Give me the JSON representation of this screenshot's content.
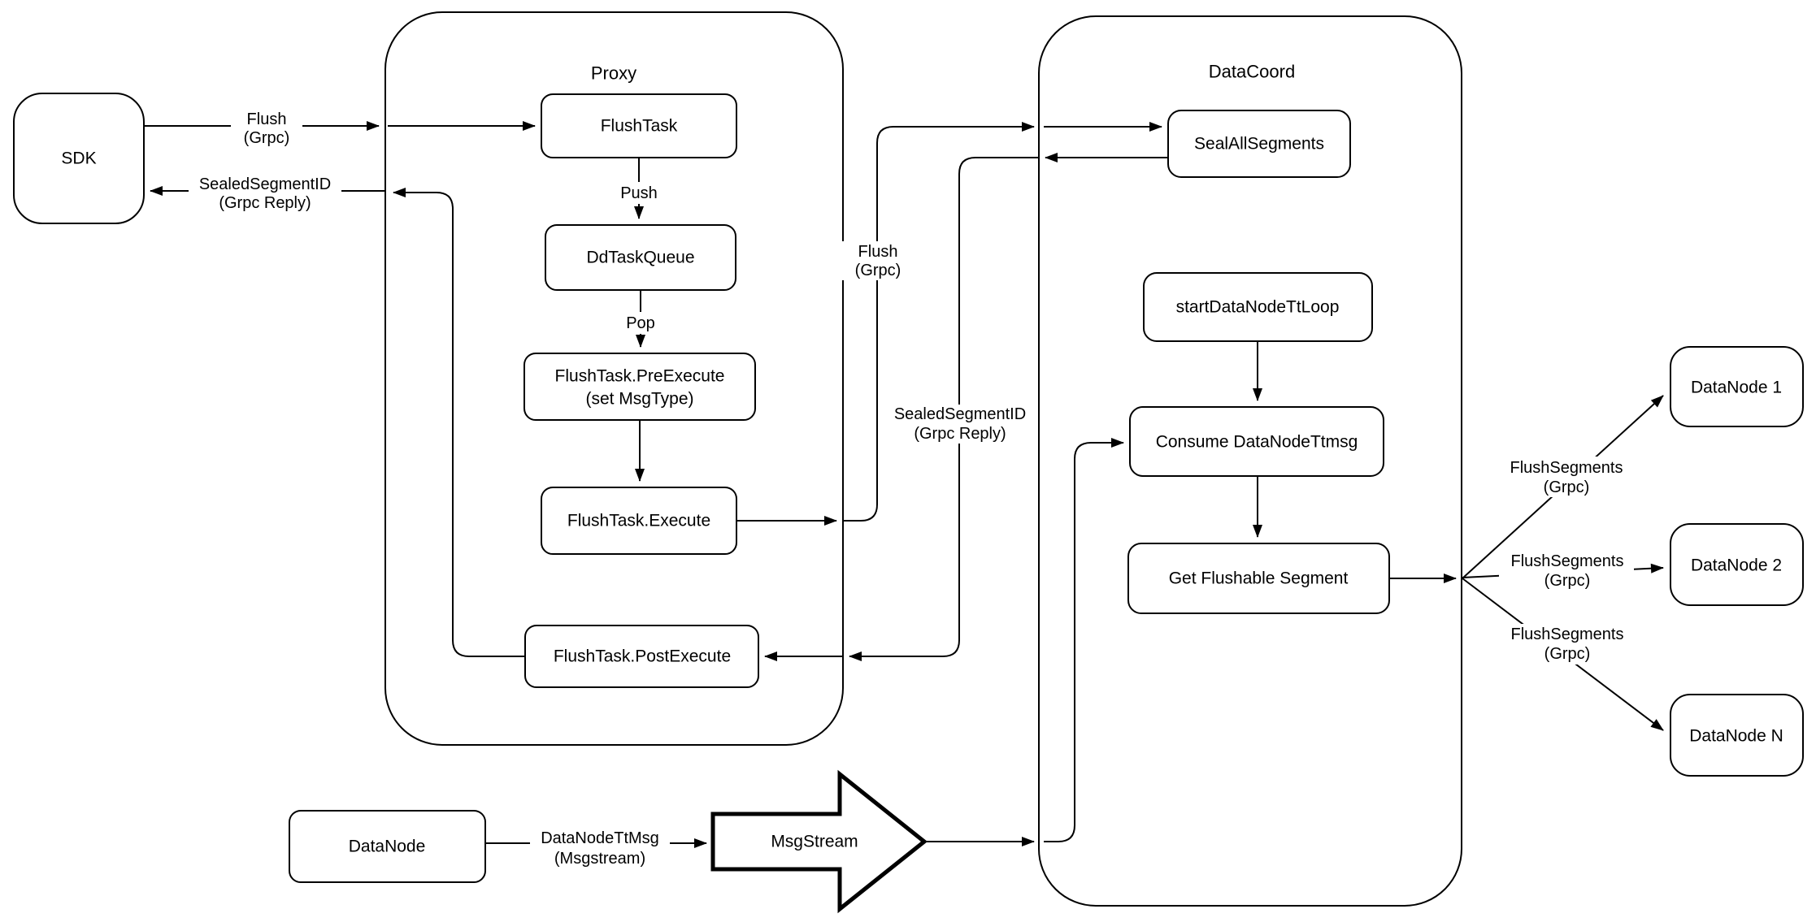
{
  "diagram": {
    "background_color": "#ffffff",
    "stroke_color": "#000000",
    "containers": {
      "proxy": {
        "title": "Proxy"
      },
      "datacoord": {
        "title": "DataCoord"
      }
    },
    "nodes": {
      "sdk": {
        "label": "SDK"
      },
      "flush_task": {
        "label": "FlushTask"
      },
      "dd_task_queue": {
        "label": "DdTaskQueue"
      },
      "pre_execute": {
        "line1": "FlushTask.PreExecute",
        "line2": "(set MsgType)"
      },
      "execute": {
        "label": "FlushTask.Execute"
      },
      "post_execute": {
        "label": "FlushTask.PostExecute"
      },
      "seal_all_segments": {
        "label": "SealAllSegments"
      },
      "start_datanode_tt_loop": {
        "label": "startDataNodeTtLoop"
      },
      "consume_datanode_ttmsg": {
        "label": "Consume DataNodeTtmsg"
      },
      "get_flushable_segment": {
        "label": "Get Flushable Segment"
      },
      "datanode_1": {
        "label": "DataNode 1"
      },
      "datanode_2": {
        "label": "DataNode 2"
      },
      "datanode_n": {
        "label": "DataNode N"
      },
      "datanode_bottom": {
        "label": "DataNode"
      },
      "msgstream": {
        "label": "MsgStream"
      }
    },
    "edge_labels": {
      "flush_grpc_sdk": {
        "line1": "Flush",
        "line2": "(Grpc)"
      },
      "sealed_segment_id_sdk": {
        "line1": "SealedSegmentID",
        "line2": "(Grpc Reply)"
      },
      "push": {
        "label": "Push"
      },
      "pop": {
        "label": "Pop"
      },
      "flush_grpc_mid": {
        "line1": "Flush",
        "line2": "(Grpc)"
      },
      "sealed_segment_id_mid": {
        "line1": "SealedSegmentID",
        "line2": "(Grpc Reply)"
      },
      "flush_segments_1": {
        "line1": "FlushSegments",
        "line2": "(Grpc)"
      },
      "flush_segments_2": {
        "line1": "FlushSegments",
        "line2": "(Grpc)"
      },
      "flush_segments_3": {
        "line1": "FlushSegments",
        "line2": "(Grpc)"
      },
      "datanode_tt_msg": {
        "line1": "DataNodeTtMsg",
        "line2": "(Msgstream)"
      }
    }
  }
}
